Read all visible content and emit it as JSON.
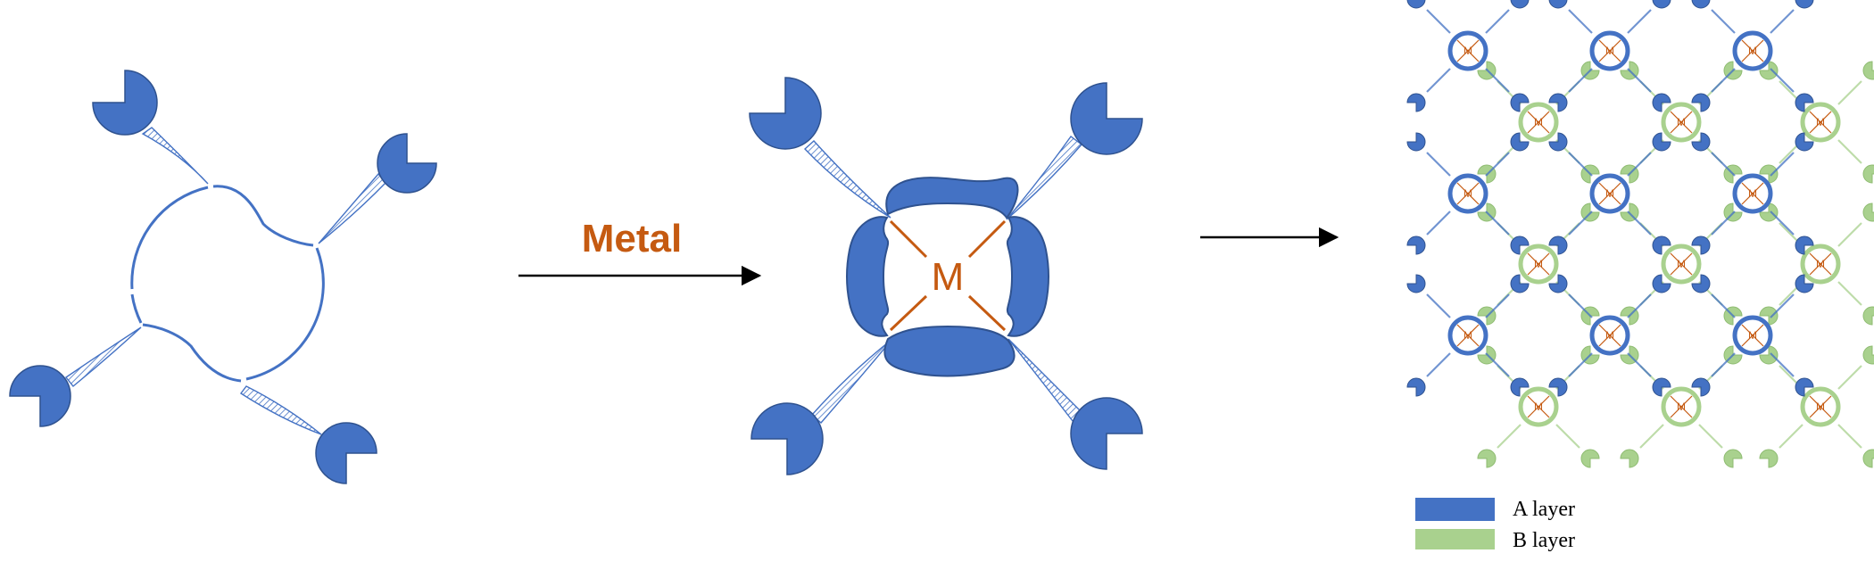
{
  "colors": {
    "a_layer": "#4472C4",
    "a_layer_dark": "#2F528F",
    "b_layer": "#A9D18E",
    "b_layer_dark": "#8FBC72",
    "metal": "#C55A11",
    "arrow": "#000000"
  },
  "reaction": {
    "reagent_label": "Metal",
    "metal_symbol": "M"
  },
  "lattice": {
    "node_label": "M"
  },
  "legend": {
    "a_label": "A layer",
    "b_label": "B layer"
  }
}
